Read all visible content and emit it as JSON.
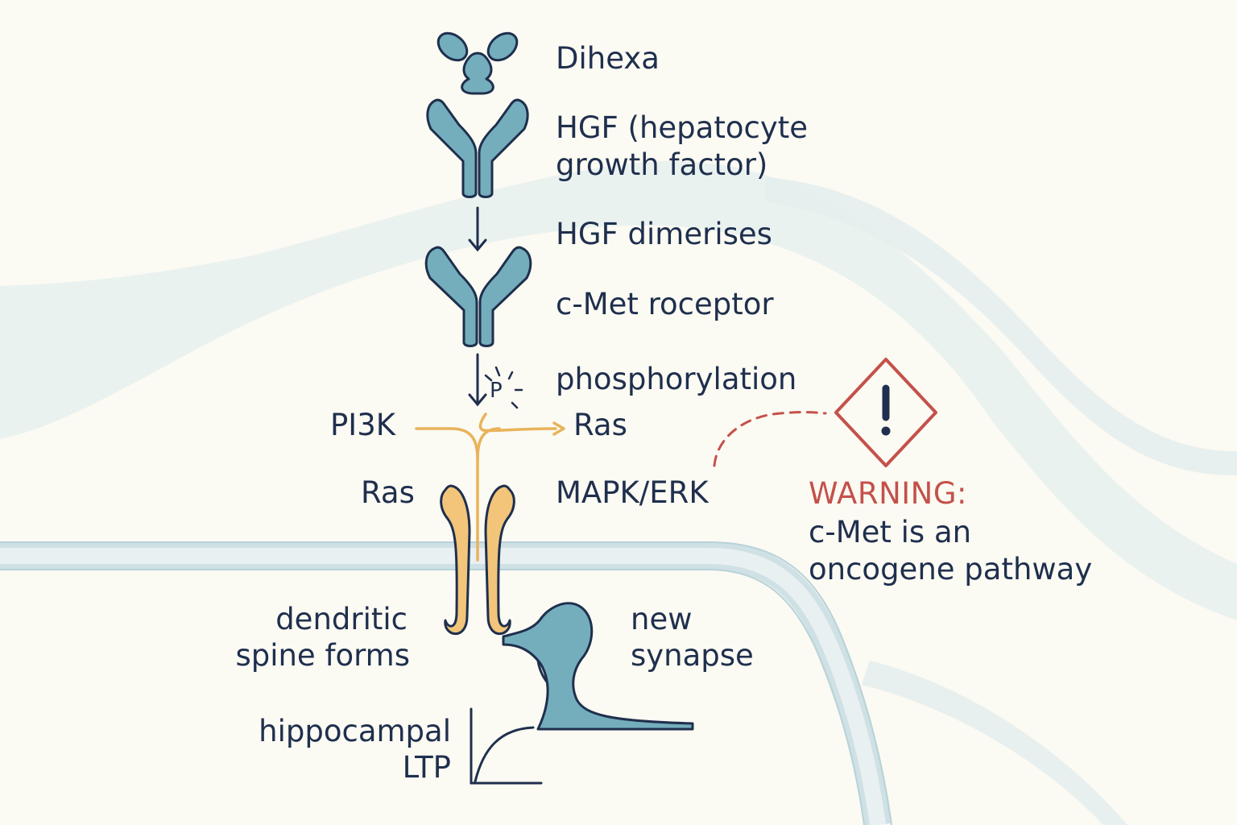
{
  "labels": {
    "dihexa": "Dihexa",
    "hgf_line1": "HGF (hepatocyte",
    "hgf_line2": "growth factor)",
    "hgf_dimerises": "HGF dimerises",
    "cmet_receptor": "c-Met roceptor",
    "phosphorylation": "phosphorylation",
    "phospho_marker": "P",
    "pi3k": "PI3K",
    "ras_right": "Ras",
    "ras_left": "Ras",
    "mapk_erk": "MAPK/ERK",
    "dendritic_line1": "dendritic",
    "dendritic_line2": "spine forms",
    "synapse_line1": "new",
    "synapse_line2": "synapse",
    "ltp_line1": "hippocampal",
    "ltp_line2": "LTP"
  },
  "warning": {
    "title": "WARNING:",
    "line1": "c-Met is an",
    "line2": "oncogene pathway",
    "icon": "exclamation-in-diamond"
  },
  "colors": {
    "background": "#fbfaf3",
    "protein": "#74aebd",
    "outline": "#1f2f4d",
    "signal": "#e8b35a",
    "membrane": "#d9e8ea",
    "warning": "#c4514a"
  }
}
